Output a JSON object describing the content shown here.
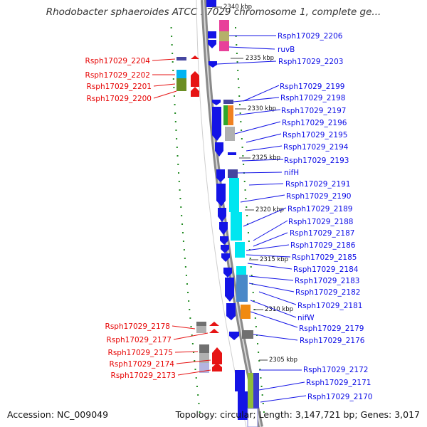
{
  "title": "Rhodobacter sphaeroides ATCC 17029 chromosome 1, complete ge...",
  "footer": {
    "accession": "Accession: NC_009049",
    "summary": "Topology: circular; Length: 3,147,721 bp; Genes: 3,017"
  },
  "colors": {
    "forward_gene": "#1414e6",
    "reverse_gene": "#e61414",
    "backbone": "#888888",
    "label_forward": "#0a0ae6",
    "label_reverse": "#e60000",
    "dots": "#228b22"
  },
  "ticks": [
    "2340 kbp",
    "2335 kbp",
    "2330 kbp",
    "2325 kbp",
    "2320 kbp",
    "2315 kbp",
    "2310 kbp",
    "2305 kbp"
  ],
  "right_labels": [
    "Rsph17029_2206",
    "ruvB",
    "Rsph17029_2203",
    "Rsph17029_2199",
    "Rsph17029_2198",
    "Rsph17029_2197",
    "Rsph17029_2196",
    "Rsph17029_2195",
    "Rsph17029_2194",
    "Rsph17029_2193",
    "nifH",
    "Rsph17029_2191",
    "Rsph17029_2190",
    "Rsph17029_2189",
    "Rsph17029_2188",
    "Rsph17029_2187",
    "Rsph17029_2186",
    "Rsph17029_2185",
    "Rsph17029_2184",
    "Rsph17029_2183",
    "Rsph17029_2182",
    "Rsph17029_2181",
    "nifW",
    "Rsph17029_2179",
    "Rsph17029_2176",
    "Rsph17029_2172",
    "Rsph17029_2171",
    "Rsph17029_2170"
  ],
  "left_labels": [
    "Rsph17029_2204",
    "Rsph17029_2202",
    "Rsph17029_2201",
    "Rsph17029_2200",
    "Rsph17029_2178",
    "Rsph17029_2177",
    "Rsph17029_2175",
    "Rsph17029_2174",
    "Rsph17029_2173"
  ]
}
